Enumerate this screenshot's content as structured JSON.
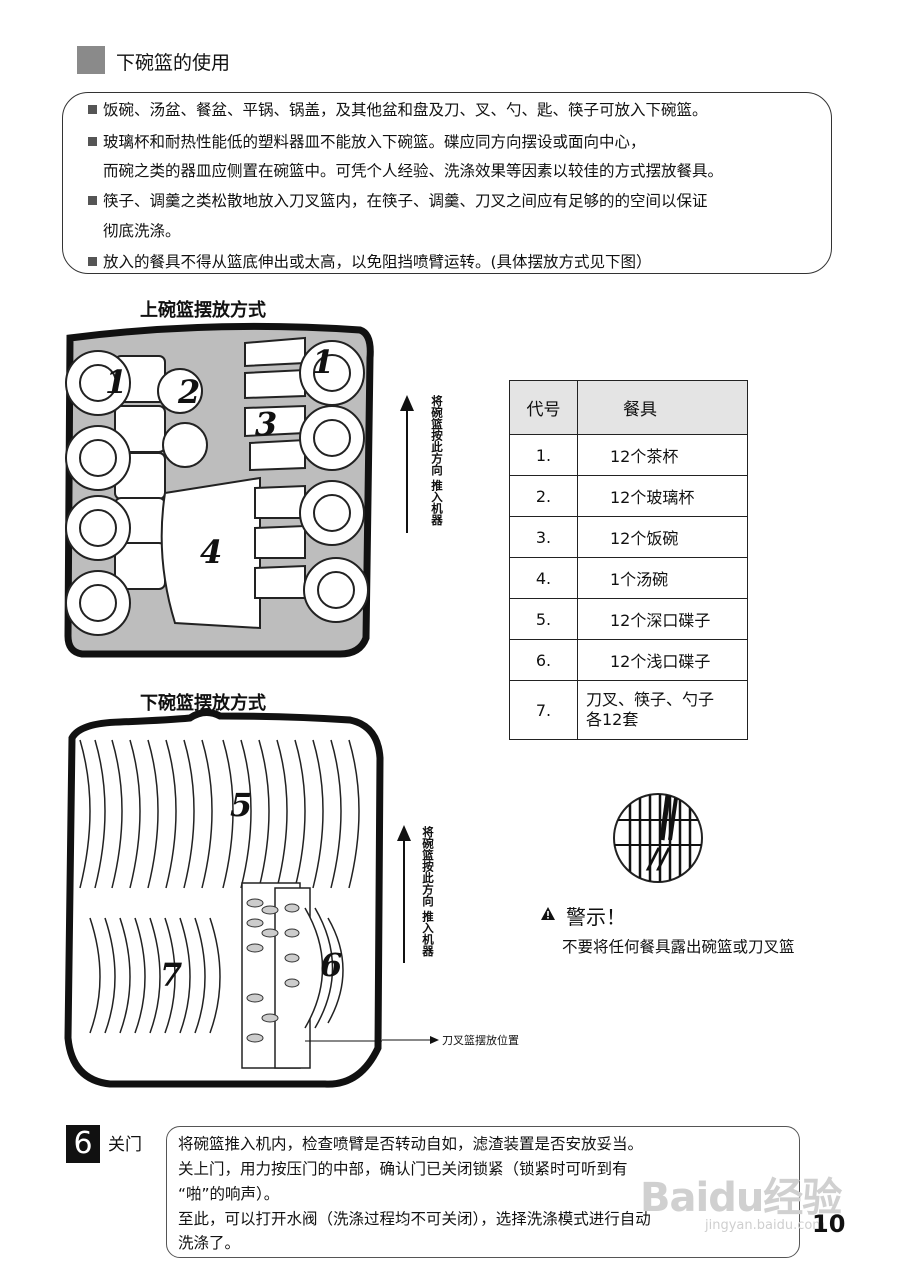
{
  "section": {
    "title": "下碗篮的使用"
  },
  "notes": [
    "饭碗、汤盆、餐盆、平锅、锅盖，及其他盆和盘及刀、叉、勺、匙、筷子可放入下碗篮。",
    "玻璃杯和耐热性能低的塑料器皿不能放入下碗篮。碟应同方向摆设或面向中心，",
    "而碗之类的器皿应侧置在碗篮中。可凭个人经验、洗涤效果等因素以较佳的方式摆放餐具。",
    "筷子、调羹之类松散地放入刀叉篮内，在筷子、调羹、刀叉之间应有足够的的空间以保证",
    "彻底洗涤。",
    "放入的餐具不得从篮底伸出或太高，以免阻挡喷臂运转。(具体摆放方式见下图）"
  ],
  "upper_basket": {
    "caption": "上碗篮摆放方式",
    "arrow_text": "将碗篮按此方向 推入机器",
    "labels": [
      "1",
      "2",
      "3",
      "1",
      "4"
    ]
  },
  "lower_basket": {
    "caption": "下碗篮摆放方式",
    "arrow_text": "将碗篮按此方向 推入机器",
    "labels": [
      "5",
      "7",
      "6"
    ],
    "cutlery_note": "刀叉篮摆放位置"
  },
  "legend": {
    "header": [
      "代号",
      "餐具"
    ],
    "rows": [
      [
        "1.",
        "12个茶杯"
      ],
      [
        "2.",
        "12个玻璃杯"
      ],
      [
        "3.",
        "12个饭碗"
      ],
      [
        "4.",
        "1个汤碗"
      ],
      [
        "5.",
        "12个深口碟子"
      ],
      [
        "6.",
        "12个浅口碟子"
      ],
      [
        "7.",
        "刀叉、筷子、勺子",
        "各12套"
      ]
    ]
  },
  "warning": {
    "title": "警示！",
    "body": "不要将任何餐具露出碗篮或刀叉篮"
  },
  "step": {
    "number": "6",
    "label": "关门",
    "lines": [
      "将碗篮推入机内，检查喷臂是否转动自如，滤渣装置是否安放妥当。",
      "关上门，用力按压门的中部，确认门已关闭锁紧（锁紧时可听到有",
      "“啪”的响声）。",
      "至此，可以打开水阀（洗涤过程均不可关闭），选择洗涤模式进行自动",
      "洗涤了。"
    ]
  },
  "page_number": "10",
  "watermark": {
    "brand": "Baidu经验",
    "url": "jingyan.baidu.com"
  }
}
